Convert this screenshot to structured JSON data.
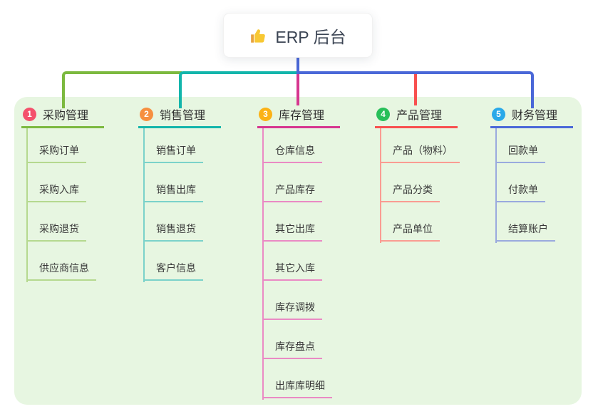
{
  "root": {
    "label": "ERP 后台",
    "icon": "thumbs-up"
  },
  "colors": {
    "connector": "#4a68d8",
    "panel_bg": "#e7f6e1",
    "card_bg": "#ffffff",
    "title_text": "#2f2f2f",
    "child_text": "#3a3a3a"
  },
  "branches": [
    {
      "num": "1",
      "title": "采购管理",
      "badge_color": "#f4516c",
      "line_color": "#7cb93f",
      "light_color": "#b5d98f",
      "children": [
        "采购订单",
        "采购入库",
        "采购退货",
        "供应商信息"
      ]
    },
    {
      "num": "2",
      "title": "销售管理",
      "badge_color": "#f68f40",
      "line_color": "#13b5ab",
      "light_color": "#7bd2ca",
      "children": [
        "销售订单",
        "销售出库",
        "销售退货",
        "客户信息"
      ]
    },
    {
      "num": "3",
      "title": "库存管理",
      "badge_color": "#fbb216",
      "line_color": "#d6368f",
      "light_color": "#ea8ac4",
      "children": [
        "仓库信息",
        "产品库存",
        "其它出库",
        "其它入库",
        "库存调拨",
        "库存盘点",
        "出库库明细"
      ]
    },
    {
      "num": "4",
      "title": "产品管理",
      "badge_color": "#27bf59",
      "line_color": "#f8504f",
      "light_color": "#fa9c92",
      "children": [
        "产品（物料）",
        "产品分类",
        "产品单位"
      ]
    },
    {
      "num": "5",
      "title": "财务管理",
      "badge_color": "#29a9e9",
      "line_color": "#4a68d8",
      "light_color": "#9aaade",
      "children": [
        "回款单",
        "付款单",
        "结算账户"
      ]
    }
  ]
}
